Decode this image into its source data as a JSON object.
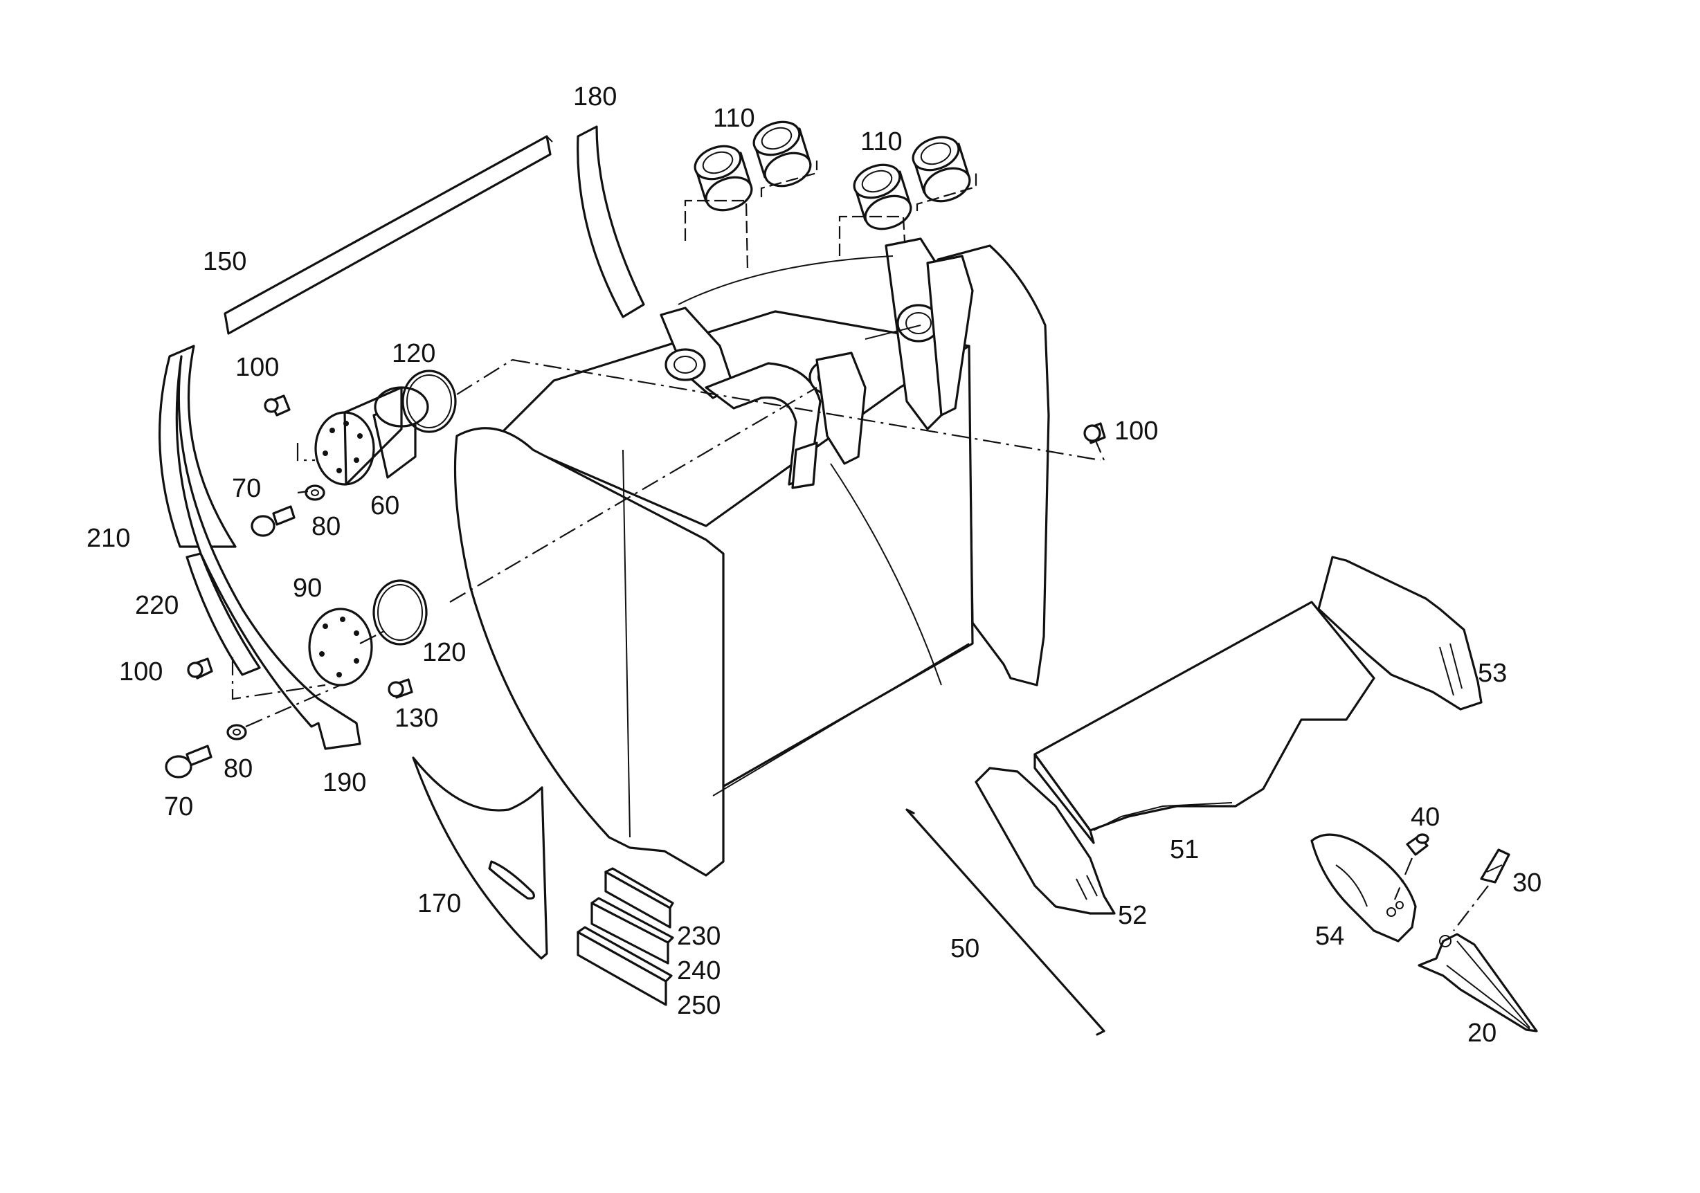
{
  "callouts": {
    "c180": "180",
    "c110a": "110",
    "c110b": "110",
    "c150": "150",
    "c100a": "100",
    "c120a": "120",
    "c100b": "100",
    "c70a": "70",
    "c60": "60",
    "c80a": "80",
    "c210": "210",
    "c90": "90",
    "c220": "220",
    "c100c": "100",
    "c120b": "120",
    "c130": "130",
    "c80b": "80",
    "c190": "190",
    "c70b": "70",
    "c170": "170",
    "c230": "230",
    "c240": "240",
    "c250": "250",
    "c53": "53",
    "c51": "51",
    "c52": "52",
    "c50": "50",
    "c40": "40",
    "c30": "30",
    "c54": "54",
    "c20": "20"
  },
  "colors": {
    "ink": "#111111",
    "paper": "#ffffff"
  }
}
